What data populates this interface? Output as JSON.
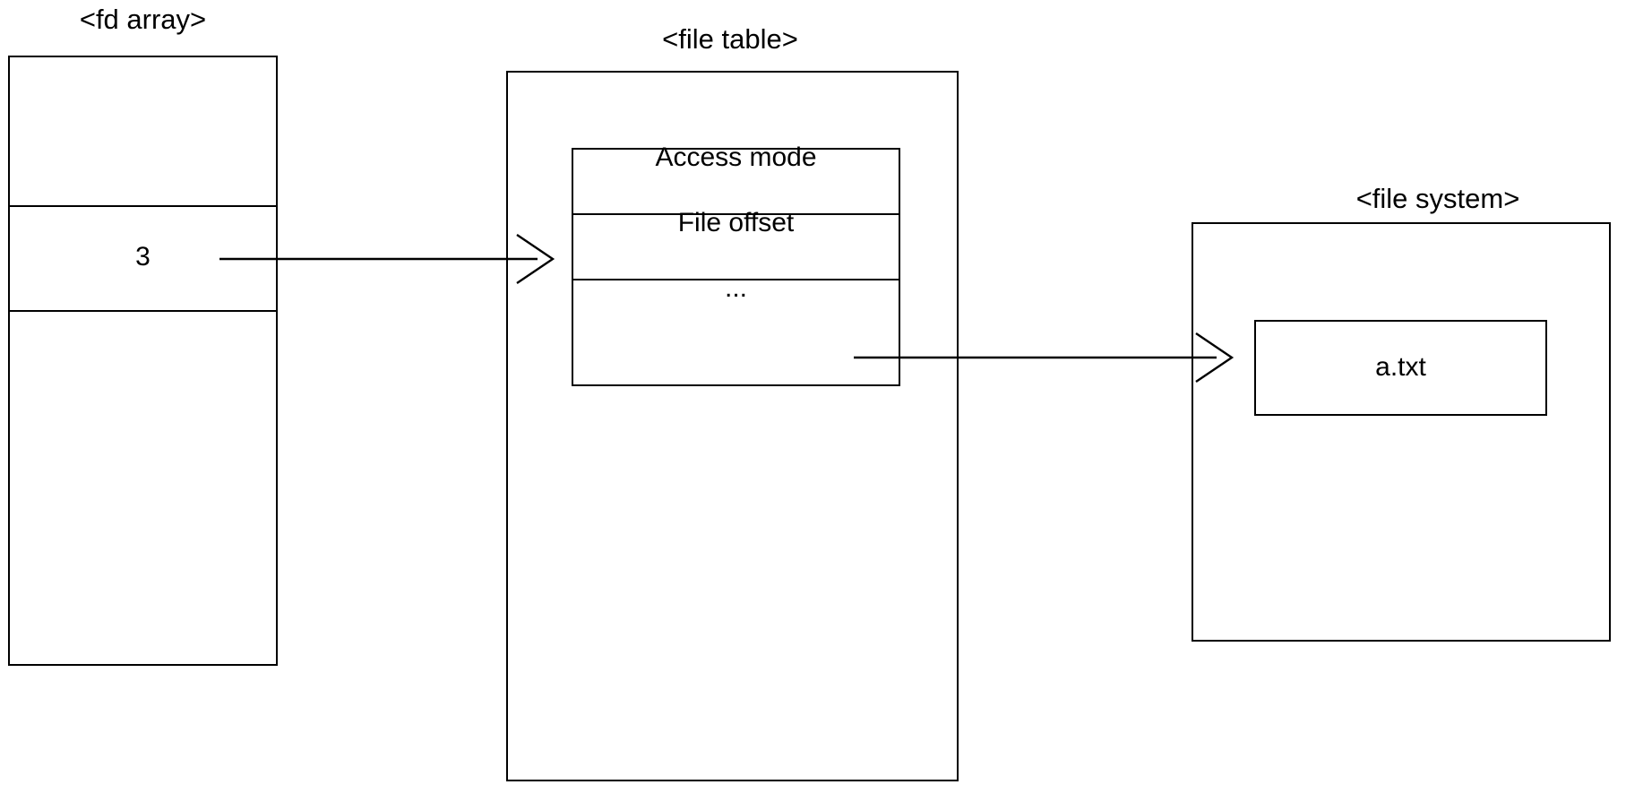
{
  "diagram": {
    "title": "File descriptor to file table to file system mapping",
    "background_color": "#ffffff",
    "line_color": "#000000",
    "text_color": "#000000"
  },
  "fd_array": {
    "label": "<fd array>",
    "slots": [
      {
        "value": ""
      },
      {
        "value": "3"
      },
      {
        "value": ""
      }
    ],
    "highlighted_value": "3"
  },
  "file_table": {
    "label": "<file table>",
    "entry_rows": [
      {
        "label": "Access mode"
      },
      {
        "label": "File offset"
      },
      {
        "label": "..."
      }
    ]
  },
  "file_system": {
    "label": "<file system>",
    "nodes": [
      {
        "name": "a.txt"
      }
    ]
  },
  "arrows": [
    {
      "name": "fd-to-file-table",
      "from": "fd array slot 3",
      "to": "file table entry",
      "head": "open-chevron"
    },
    {
      "name": "file-table-to-file-system",
      "from": "file table entry",
      "to": "a.txt",
      "head": "open-chevron"
    }
  ]
}
